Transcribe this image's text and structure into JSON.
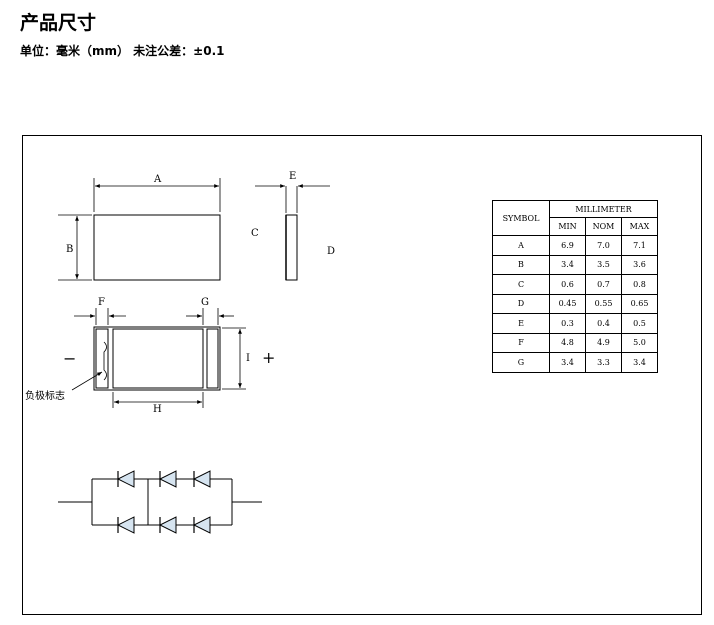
{
  "header": {
    "title": "产品尺寸",
    "subtitle": "单位：毫米（mm）  未注公差：±0.1"
  },
  "drawing": {
    "labels": {
      "A": "A",
      "B": "B",
      "C": "C",
      "D": "D",
      "E": "E",
      "F": "F",
      "G": "G",
      "H": "H",
      "I": "I"
    },
    "minus_sign": "−",
    "plus_sign": "+",
    "cathode_label": "负极标志"
  },
  "table": {
    "symbol_header": "SYMBOL",
    "group_header": "MILLIMETER",
    "columns": [
      "MIN",
      "NOM",
      "MAX"
    ],
    "rows": [
      {
        "symbol": "A",
        "min": "6.9",
        "nom": "7.0",
        "max": "7.1"
      },
      {
        "symbol": "B",
        "min": "3.4",
        "nom": "3.5",
        "max": "3.6"
      },
      {
        "symbol": "C",
        "min": "0.6",
        "nom": "0.7",
        "max": "0.8"
      },
      {
        "symbol": "D",
        "min": "0.45",
        "nom": "0.55",
        "max": "0.65"
      },
      {
        "symbol": "E",
        "min": "0.3",
        "nom": "0.4",
        "max": "0.5"
      },
      {
        "symbol": "F",
        "min": "4.8",
        "nom": "4.9",
        "max": "5.0"
      },
      {
        "symbol": "G",
        "min": "3.4",
        "nom": "3.3",
        "max": "3.4"
      }
    ]
  }
}
